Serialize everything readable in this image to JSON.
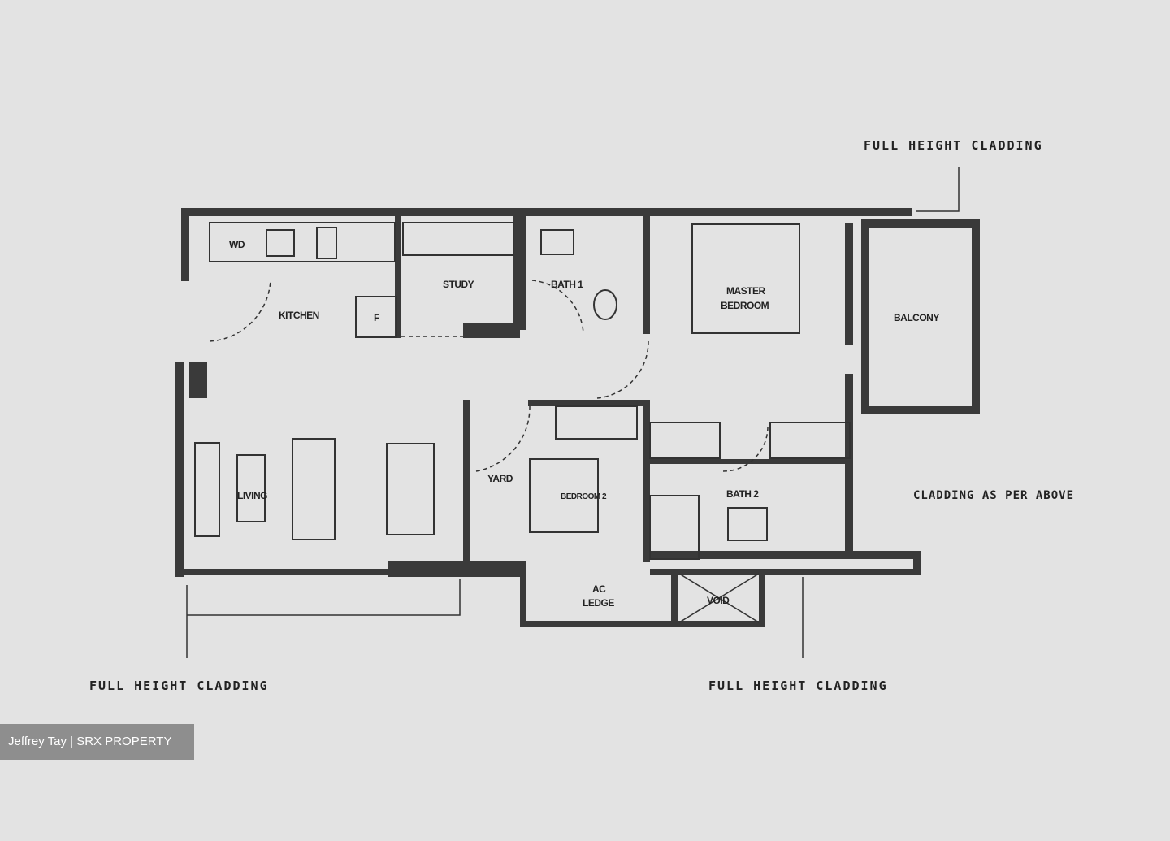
{
  "callouts": {
    "top_right": "FULL HEIGHT CLADDING",
    "bottom_left": "FULL HEIGHT CLADDING",
    "bottom_right": "FULL HEIGHT CLADDING",
    "side_note": "CLADDING AS PER ABOVE"
  },
  "rooms": {
    "wd": "WD",
    "kitchen": "KITCHEN",
    "fridge": "F",
    "study": "STUDY",
    "bath1": "BATH 1",
    "master_bedroom_1": "MASTER",
    "master_bedroom_2": "BEDROOM",
    "balcony": "BALCONY",
    "living": "LIVING",
    "yard": "YARD",
    "bedroom2": "BEDROOM 2",
    "bath2": "BATH 2",
    "ac_ledge_1": "AC",
    "ac_ledge_2": "LEDGE",
    "void": "VOID"
  },
  "watermark": "Jeffrey Tay | SRX PROPERTY"
}
